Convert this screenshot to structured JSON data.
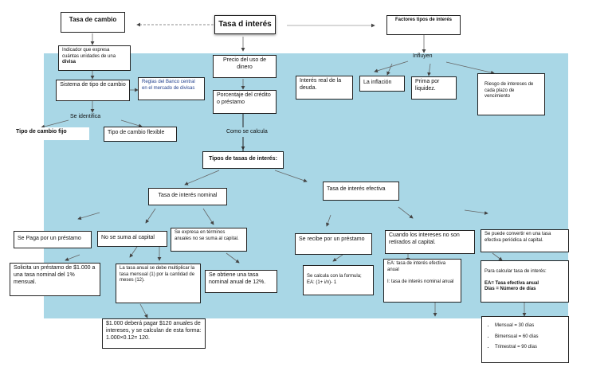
{
  "title": "Tasa d interés",
  "tasa_cambio": {
    "title": "Tasa de cambio",
    "definition_line1": "Indicador que expresa",
    "definition_line2": "cuántas unidades de una",
    "definition_line3": "divisa",
    "system": "Sistema de tipo de cambio",
    "rules": "Reglas del Banco central en el mercado de divisas",
    "identifies_label": "Se identifica",
    "fixed": "Tipo de cambio fijo",
    "flexible": "Tipo de cambio flexible"
  },
  "center": {
    "price": "Precio del uso de dinero",
    "percentage": "Porcentaje del crédito o préstamo",
    "calc_label": "Como se calcula",
    "types": "Tipos de tasas de interés:"
  },
  "factores": {
    "title": "Factores tipos de interés",
    "influence_label": "Influyen",
    "items": [
      "Interés real de la deuda.",
      "La inflación",
      "Prima por liquidez.",
      "Riesgo de intereses de cada plazo de vencimiento"
    ]
  },
  "nominal": {
    "title": "Tasa de interés nominal",
    "loan": "Se Paga por un préstamo",
    "no_sum": "No se suma al capital",
    "annual": "Se expresa en términos anuales no se suma al capital.",
    "example": "Solicita un préstamo de $1.000 a una tasa nominal del 1% mensual.",
    "multiply": "La tasa anual se debe multiplicar la tasa mensual (1) por la cantidad de meses (12).",
    "obtained": "Se obtiene una tasa nominal anual de 12%.",
    "result": "$1.000 deberá pagar $120 anuales de intereses, y se calculan de esta forma: 1.000×0.12= 120."
  },
  "efectiva": {
    "title": "Tasa de interés efectiva",
    "receive": "Se recibe por un préstamo",
    "when": "Cuando los intereses no son retirados al capital.",
    "convert": "Se puede convertir en una tasa efectiva periódica al capital.",
    "formula": "Se calcula con la formula; EA: (1+ i/n)- 1",
    "ea_def": "EA: tasa de interés efectiva anual",
    "i_def": "I: tasa de interés nominal anual",
    "calc_title": "Para calcular tasa de interés:",
    "calc_ea": "EA= Tasa efectiva anual",
    "calc_days": "Días = Número de días",
    "periods": [
      "Mensual = 30 días",
      "Bimensual = 60 días",
      "Trimestral = 90 días"
    ]
  }
}
